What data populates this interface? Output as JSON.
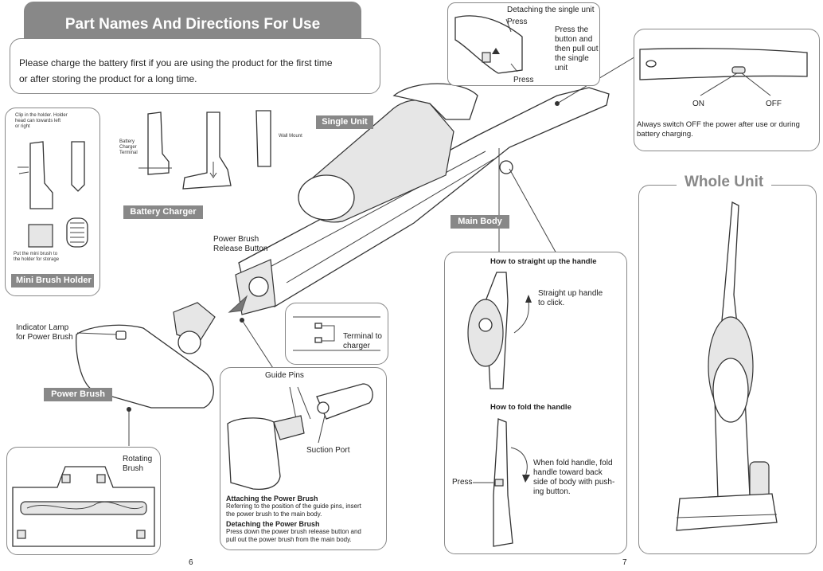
{
  "title": "Part Names And Directions For Use",
  "intro": {
    "line1": "Please charge  the battery first if you are using the product for the first time",
    "line2": "or after storing the product for a long time."
  },
  "mini_brush": {
    "tag": "Mini Brush Holder",
    "note_top": "Clip in the holder. Holder\nhead can towards left\nor right",
    "note_bottom": "Put the mini brush to\nthe holder for storage"
  },
  "charger": {
    "tag": "Battery Charger",
    "terminal": "Battery\nCharger\nTerminal",
    "wall": "Wall Mount"
  },
  "single_unit_tag": "Single Unit",
  "main_body_tag": "Main Body",
  "power_brush_tag": "Power Brush",
  "release_button": "Power Brush\nRelease Button",
  "indicator_lamp": "Indicator Lamp\nfor Power Brush",
  "rotating_brush": "Rotating\nBrush",
  "terminal_charger": "Terminal to\ncharger",
  "detach": {
    "title": "Detaching the single unit",
    "press1": "Press",
    "instruction": "Press the\nbutton and\nthen pull out\nthe single\nunit",
    "press2": "Press"
  },
  "switch": {
    "on": "ON",
    "off": "OFF",
    "note": "Always switch OFF the power after use or during\nbattery charging."
  },
  "whole_unit": "Whole Unit",
  "attach": {
    "guide_pins": "Guide Pins",
    "suction_port": "Suction Port",
    "attach_title": "Attaching the Power Brush",
    "attach_text": "Referring to the position of the guide pins, insert\nthe power brush to the main body.",
    "detach_title": "Detaching the Power Brush",
    "detach_text": "Press down the power brush release button and\npull out the power brush from the main body."
  },
  "handle": {
    "straight_title": "How to straight up the handle",
    "straight_text": "Straight up handle\nto click.",
    "fold_title": "How to fold the handle",
    "fold_text": "When fold handle, fold\nhandle toward back\nside of body with push-\ning button.",
    "press": "Press"
  },
  "pages": {
    "left": "6",
    "right": "7"
  }
}
